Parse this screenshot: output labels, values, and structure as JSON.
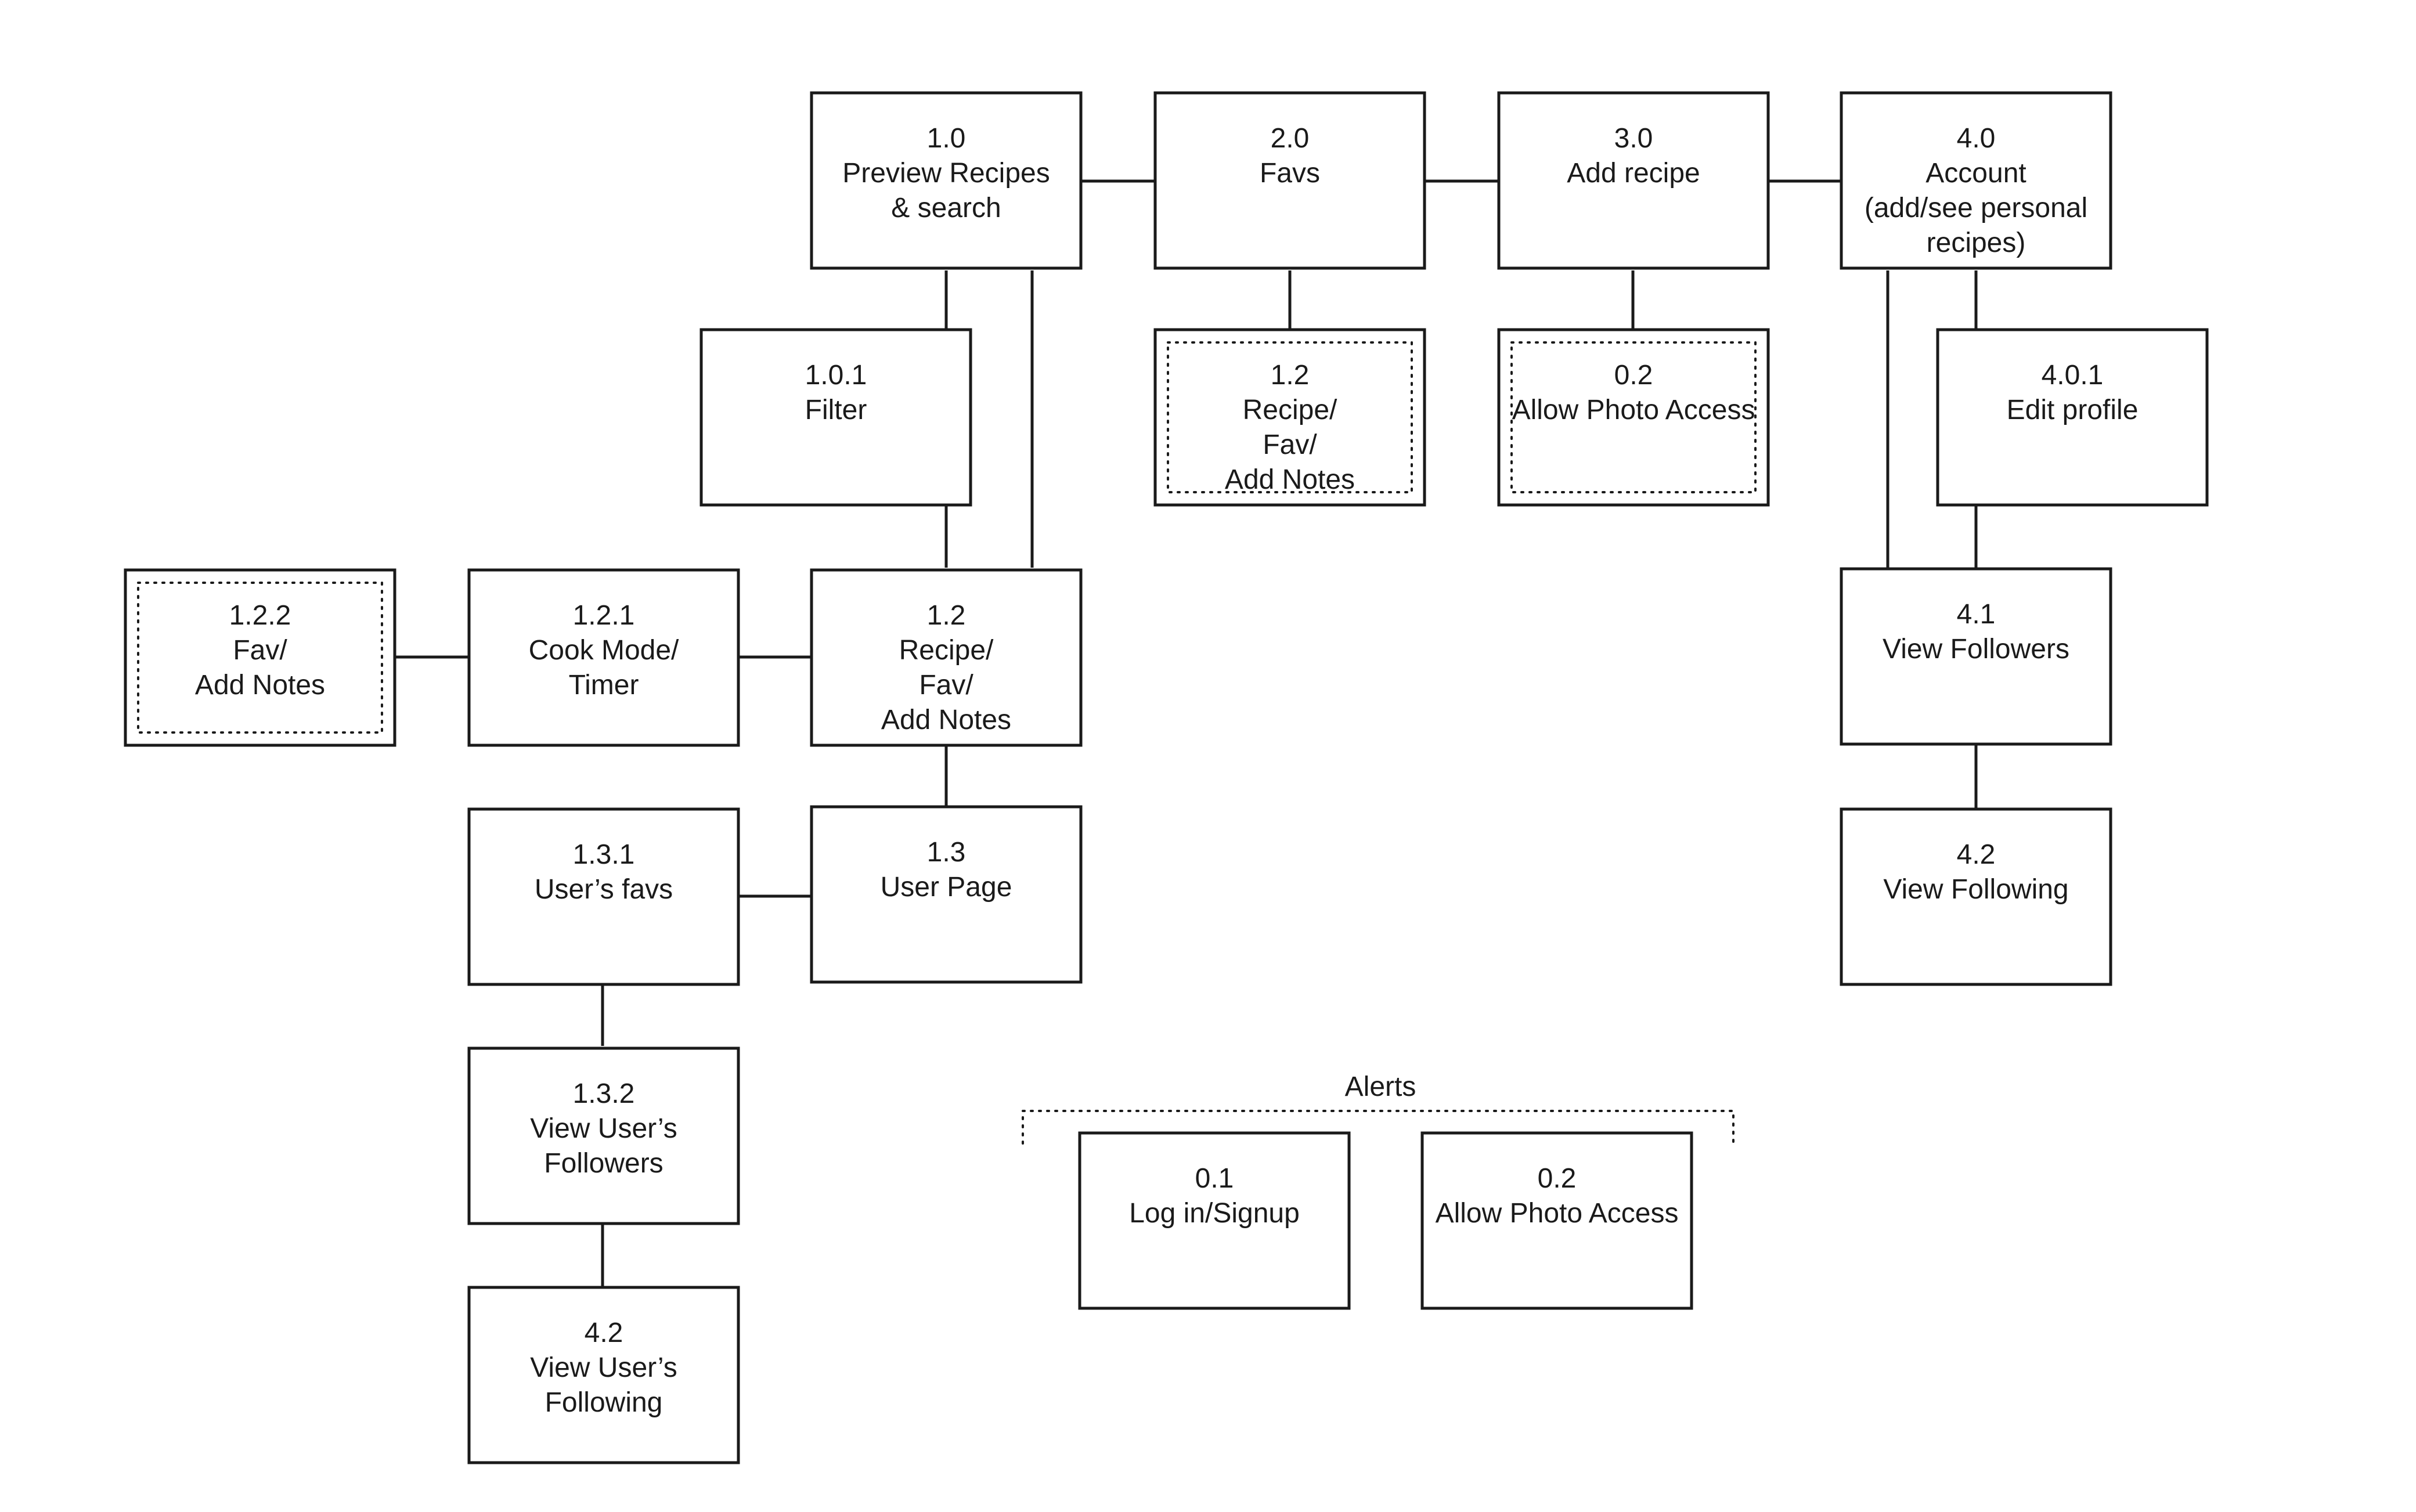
{
  "colors": {
    "line": "#1a1a1a",
    "background": "#ffffff"
  },
  "nodes": [
    {
      "id": "preview_recipes",
      "lines": [
        "1.0",
        "Preview Recipes",
        "& search"
      ],
      "dotted": false
    },
    {
      "id": "favs",
      "lines": [
        "2.0",
        "Favs"
      ],
      "dotted": false
    },
    {
      "id": "add_recipe",
      "lines": [
        "3.0",
        "Add recipe"
      ],
      "dotted": false
    },
    {
      "id": "account",
      "lines": [
        "4.0",
        "Account",
        "(add/see personal",
        "recipes)"
      ],
      "dotted": false
    },
    {
      "id": "filter",
      "lines": [
        "1.0.1",
        "Filter"
      ],
      "dotted": false
    },
    {
      "id": "favs_recipe",
      "lines": [
        "1.2",
        "Recipe/",
        "Fav/",
        "Add Notes"
      ],
      "dotted": true
    },
    {
      "id": "add_recipe_photo",
      "lines": [
        "0.2",
        "Allow Photo Access"
      ],
      "dotted": true
    },
    {
      "id": "edit_profile",
      "lines": [
        "4.0.1",
        "Edit profile"
      ],
      "dotted": false
    },
    {
      "id": "fav_add_notes",
      "lines": [
        "1.2.2",
        "Fav/",
        "Add Notes"
      ],
      "dotted": true
    },
    {
      "id": "cook_mode",
      "lines": [
        "1.2.1",
        "Cook Mode/",
        "Timer"
      ],
      "dotted": false
    },
    {
      "id": "recipe",
      "lines": [
        "1.2",
        "Recipe/",
        "Fav/",
        "Add Notes"
      ],
      "dotted": false
    },
    {
      "id": "view_followers",
      "lines": [
        "4.1",
        "View Followers"
      ],
      "dotted": false
    },
    {
      "id": "users_favs",
      "lines": [
        "1.3.1",
        "User’s favs"
      ],
      "dotted": false
    },
    {
      "id": "user_page",
      "lines": [
        "1.3",
        "User Page"
      ],
      "dotted": false
    },
    {
      "id": "view_following",
      "lines": [
        "4.2",
        "View Following"
      ],
      "dotted": false
    },
    {
      "id": "view_users_followers",
      "lines": [
        "1.3.2",
        "View User’s",
        "Followers"
      ],
      "dotted": false
    },
    {
      "id": "view_users_following",
      "lines": [
        "4.2",
        "View User’s",
        "Following"
      ],
      "dotted": false
    },
    {
      "id": "alert_login",
      "lines": [
        "0.1",
        "Log in/Signup"
      ],
      "dotted": false
    },
    {
      "id": "alert_photo",
      "lines": [
        "0.2",
        "Allow Photo Access"
      ],
      "dotted": false
    }
  ],
  "alerts": {
    "label": "Alerts"
  }
}
